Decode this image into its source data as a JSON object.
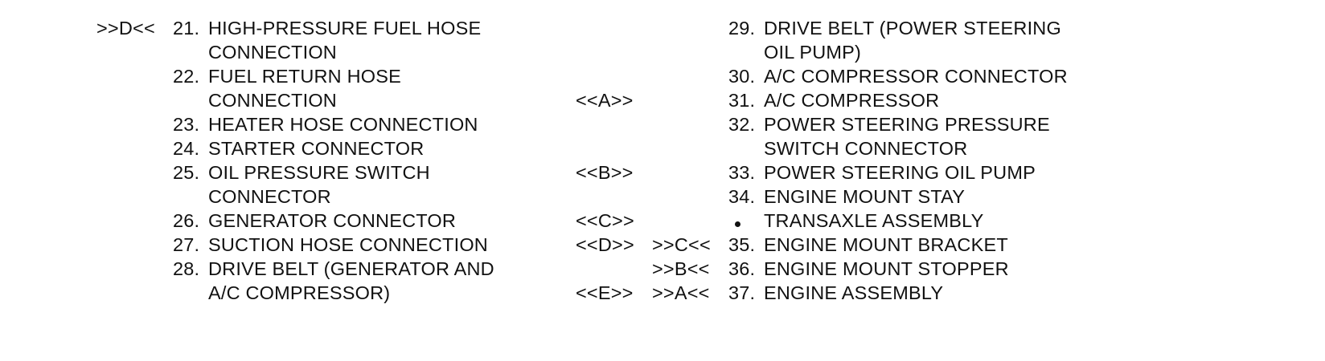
{
  "left_items": [
    {
      "tag": ">>D<<",
      "num": "21.",
      "lines": [
        "HIGH-PRESSURE FUEL HOSE",
        "CONNECTION"
      ]
    },
    {
      "tag": "",
      "num": "22.",
      "lines": [
        "FUEL RETURN HOSE",
        "CONNECTION"
      ]
    },
    {
      "tag": "",
      "num": "23.",
      "lines": [
        "HEATER HOSE CONNECTION"
      ]
    },
    {
      "tag": "",
      "num": "24.",
      "lines": [
        "STARTER CONNECTOR"
      ]
    },
    {
      "tag": "",
      "num": "25.",
      "lines": [
        "OIL PRESSURE SWITCH",
        "CONNECTOR"
      ]
    },
    {
      "tag": "",
      "num": "26.",
      "lines": [
        "GENERATOR CONNECTOR"
      ]
    },
    {
      "tag": "",
      "num": "27.",
      "lines": [
        "SUCTION HOSE CONNECTION"
      ]
    },
    {
      "tag": "",
      "num": "28.",
      "lines": [
        "DRIVE BELT (GENERATOR AND",
        "A/C COMPRESSOR)"
      ]
    }
  ],
  "right_items": [
    {
      "tag1": "",
      "tag2": "",
      "num": "29.",
      "bullet": false,
      "lines": [
        "DRIVE BELT (POWER STEERING",
        "OIL PUMP)"
      ]
    },
    {
      "tag1": "",
      "tag2": "",
      "num": "30.",
      "bullet": false,
      "lines": [
        "A/C COMPRESSOR CONNECTOR"
      ]
    },
    {
      "tag1": "<<A>>",
      "tag2": "",
      "num": "31.",
      "bullet": false,
      "lines": [
        "A/C COMPRESSOR"
      ]
    },
    {
      "tag1": "",
      "tag2": "",
      "num": "32.",
      "bullet": false,
      "lines": [
        "POWER STEERING PRESSURE",
        "SWITCH CONNECTOR"
      ]
    },
    {
      "tag1": "<<B>>",
      "tag2": "",
      "num": "33.",
      "bullet": false,
      "lines": [
        "POWER STEERING OIL PUMP"
      ]
    },
    {
      "tag1": "",
      "tag2": "",
      "num": "34.",
      "bullet": false,
      "lines": [
        "ENGINE MOUNT STAY"
      ]
    },
    {
      "tag1": "<<C>>",
      "tag2": "",
      "num": "",
      "bullet": true,
      "lines": [
        "TRANSAXLE ASSEMBLY"
      ]
    },
    {
      "tag1": "<<D>>",
      "tag2": ">>C<<",
      "num": "35.",
      "bullet": false,
      "lines": [
        "ENGINE MOUNT BRACKET"
      ]
    },
    {
      "tag1": "",
      "tag2": ">>B<<",
      "num": "36.",
      "bullet": false,
      "lines": [
        "ENGINE MOUNT STOPPER"
      ]
    },
    {
      "tag1": "<<E>>",
      "tag2": ">>A<<",
      "num": "37.",
      "bullet": false,
      "lines": [
        "ENGINE ASSEMBLY"
      ]
    }
  ]
}
